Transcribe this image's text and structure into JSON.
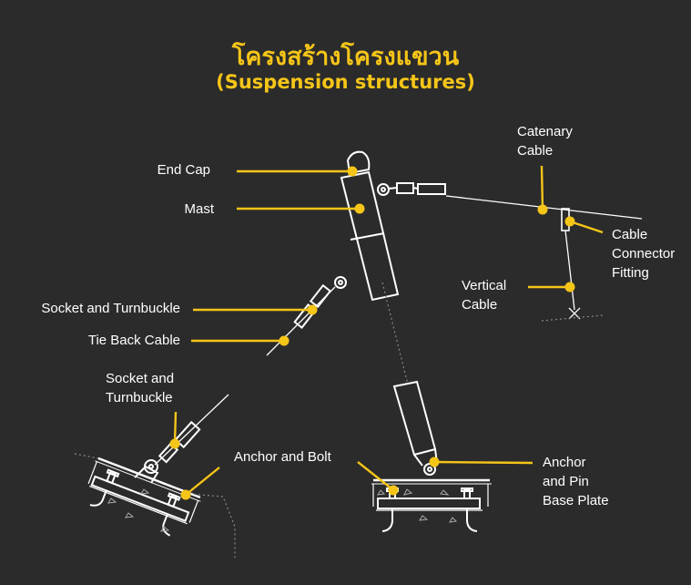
{
  "title": {
    "thai": "โครงสร้างโครงแขวน",
    "english": "(Suspension structures)"
  },
  "colors": {
    "background": "#2b2b2b",
    "accent": "#f5c518",
    "line": "#ffffff",
    "dashed": "#8a8a8a"
  },
  "labels": {
    "end_cap": "End Cap",
    "mast": "Mast",
    "socket_turnbuckle": "Socket and Turnbuckle",
    "tie_back_cable": "Tie Back Cable",
    "catenary_cable": [
      "Catenary",
      "Cable"
    ],
    "cable_connector_fitting": [
      "Cable",
      "Connector",
      "Fitting"
    ],
    "vertical_cable": [
      "Vertical",
      "Cable"
    ],
    "socket_turnbuckle_2": [
      "Socket and",
      "Turnbuckle"
    ],
    "anchor_bolt": "Anchor and Bolt",
    "anchor_pin_base_plate": [
      "Anchor",
      "and Pin",
      "Base Plate"
    ]
  }
}
